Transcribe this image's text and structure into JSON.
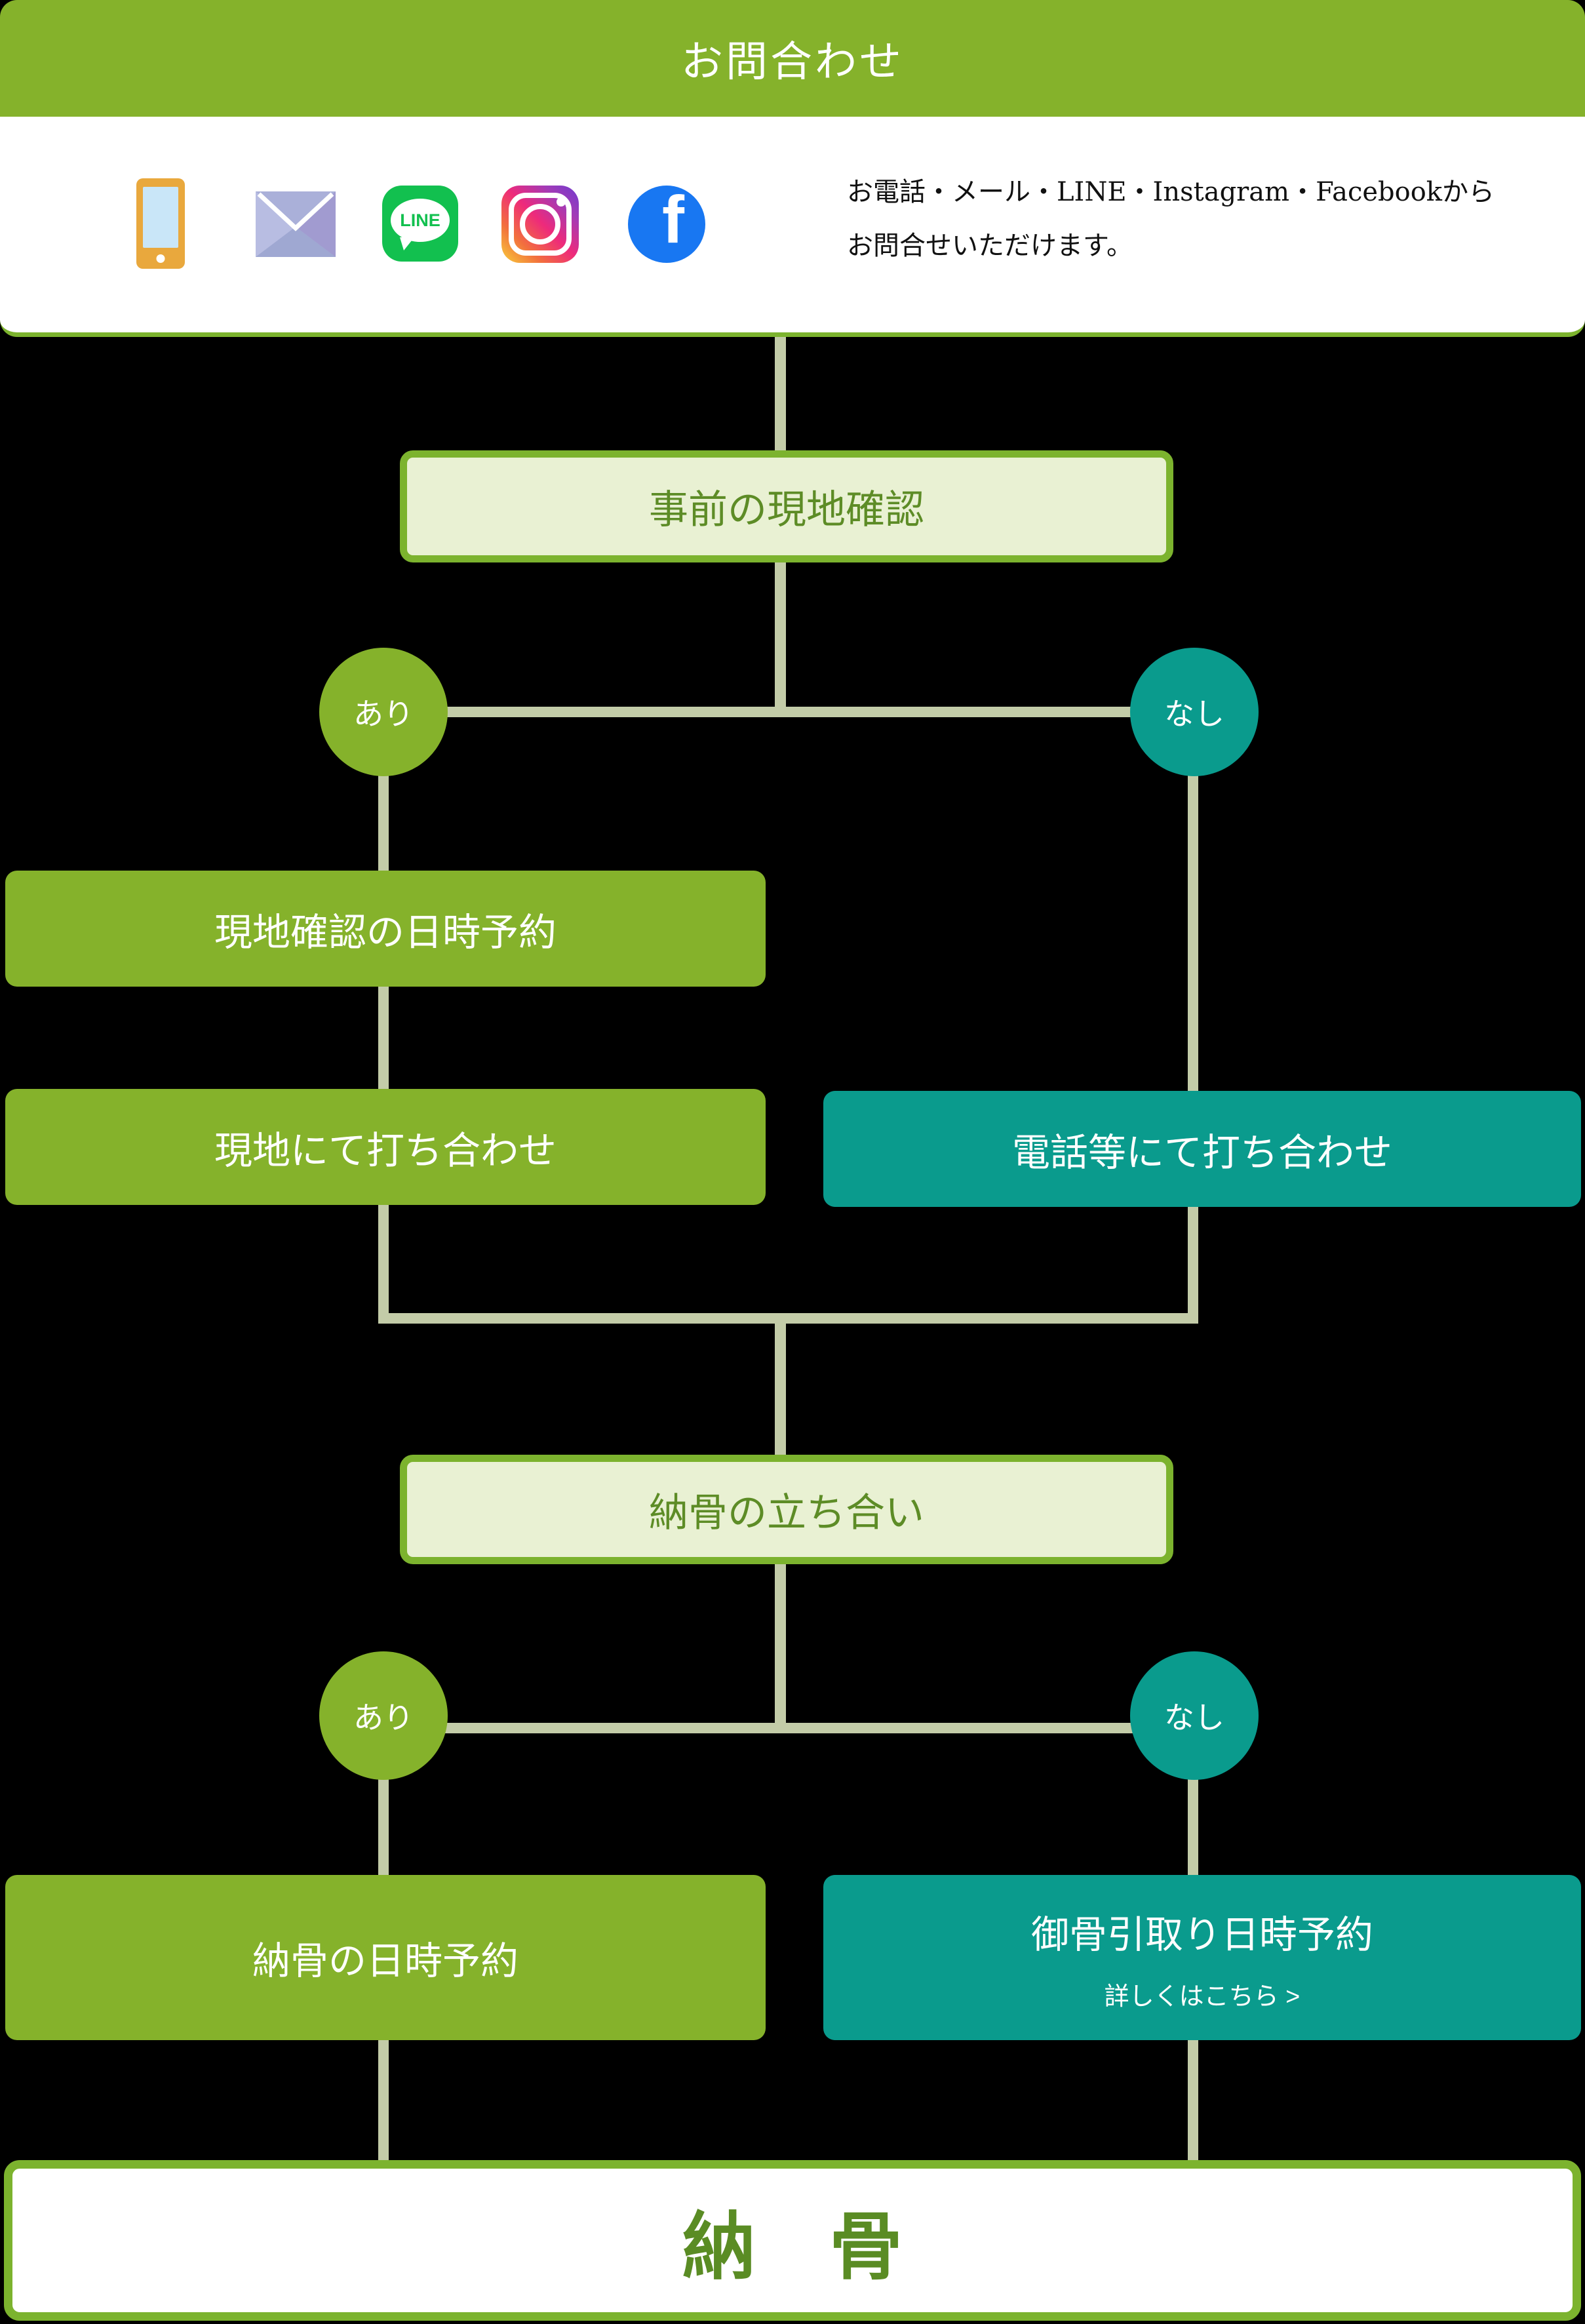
{
  "header": {
    "title": "お問合わせ"
  },
  "contact": {
    "icons": {
      "line_label": "LINE",
      "facebook_label": "f"
    },
    "description": {
      "line1": "お電話・メール・LINE・Instagram・Facebookから",
      "line2": "お問合せいただけます。"
    }
  },
  "flow": {
    "precheck": "事前の現地確認",
    "decision1": {
      "yes": "あり",
      "no": "なし"
    },
    "site_visit_reservation": "現地確認の日時予約",
    "onsite_meeting": "現地にて打ち合わせ",
    "phone_meeting": "電話等にて打ち合わせ",
    "interment_attendance": "納骨の立ち合い",
    "decision2": {
      "yes": "あり",
      "no": "なし"
    },
    "interment_reservation": "納骨の日時予約",
    "ash_pickup": {
      "title": "御骨引取り日時予約",
      "details_link": "詳しくはこちら >"
    },
    "final": "納　骨"
  },
  "colors": {
    "green": "#85b22b",
    "teal": "#0a9b8d",
    "pale_green_fill": "#e9f1d3",
    "green_border": "#7cb32e",
    "green_text": "#5d8c26",
    "final_text_green": "#5a8c24",
    "connector": "#c3cca8",
    "background": "#000000",
    "line_green": "#12c04f",
    "facebook_blue": "#1877f2",
    "phone_orange": "#e9a83d",
    "mail_lavender": "#aab0d9",
    "instagram_gradient": [
      "#f8ce3a",
      "#ee2a7b",
      "#6f3bcf"
    ]
  }
}
